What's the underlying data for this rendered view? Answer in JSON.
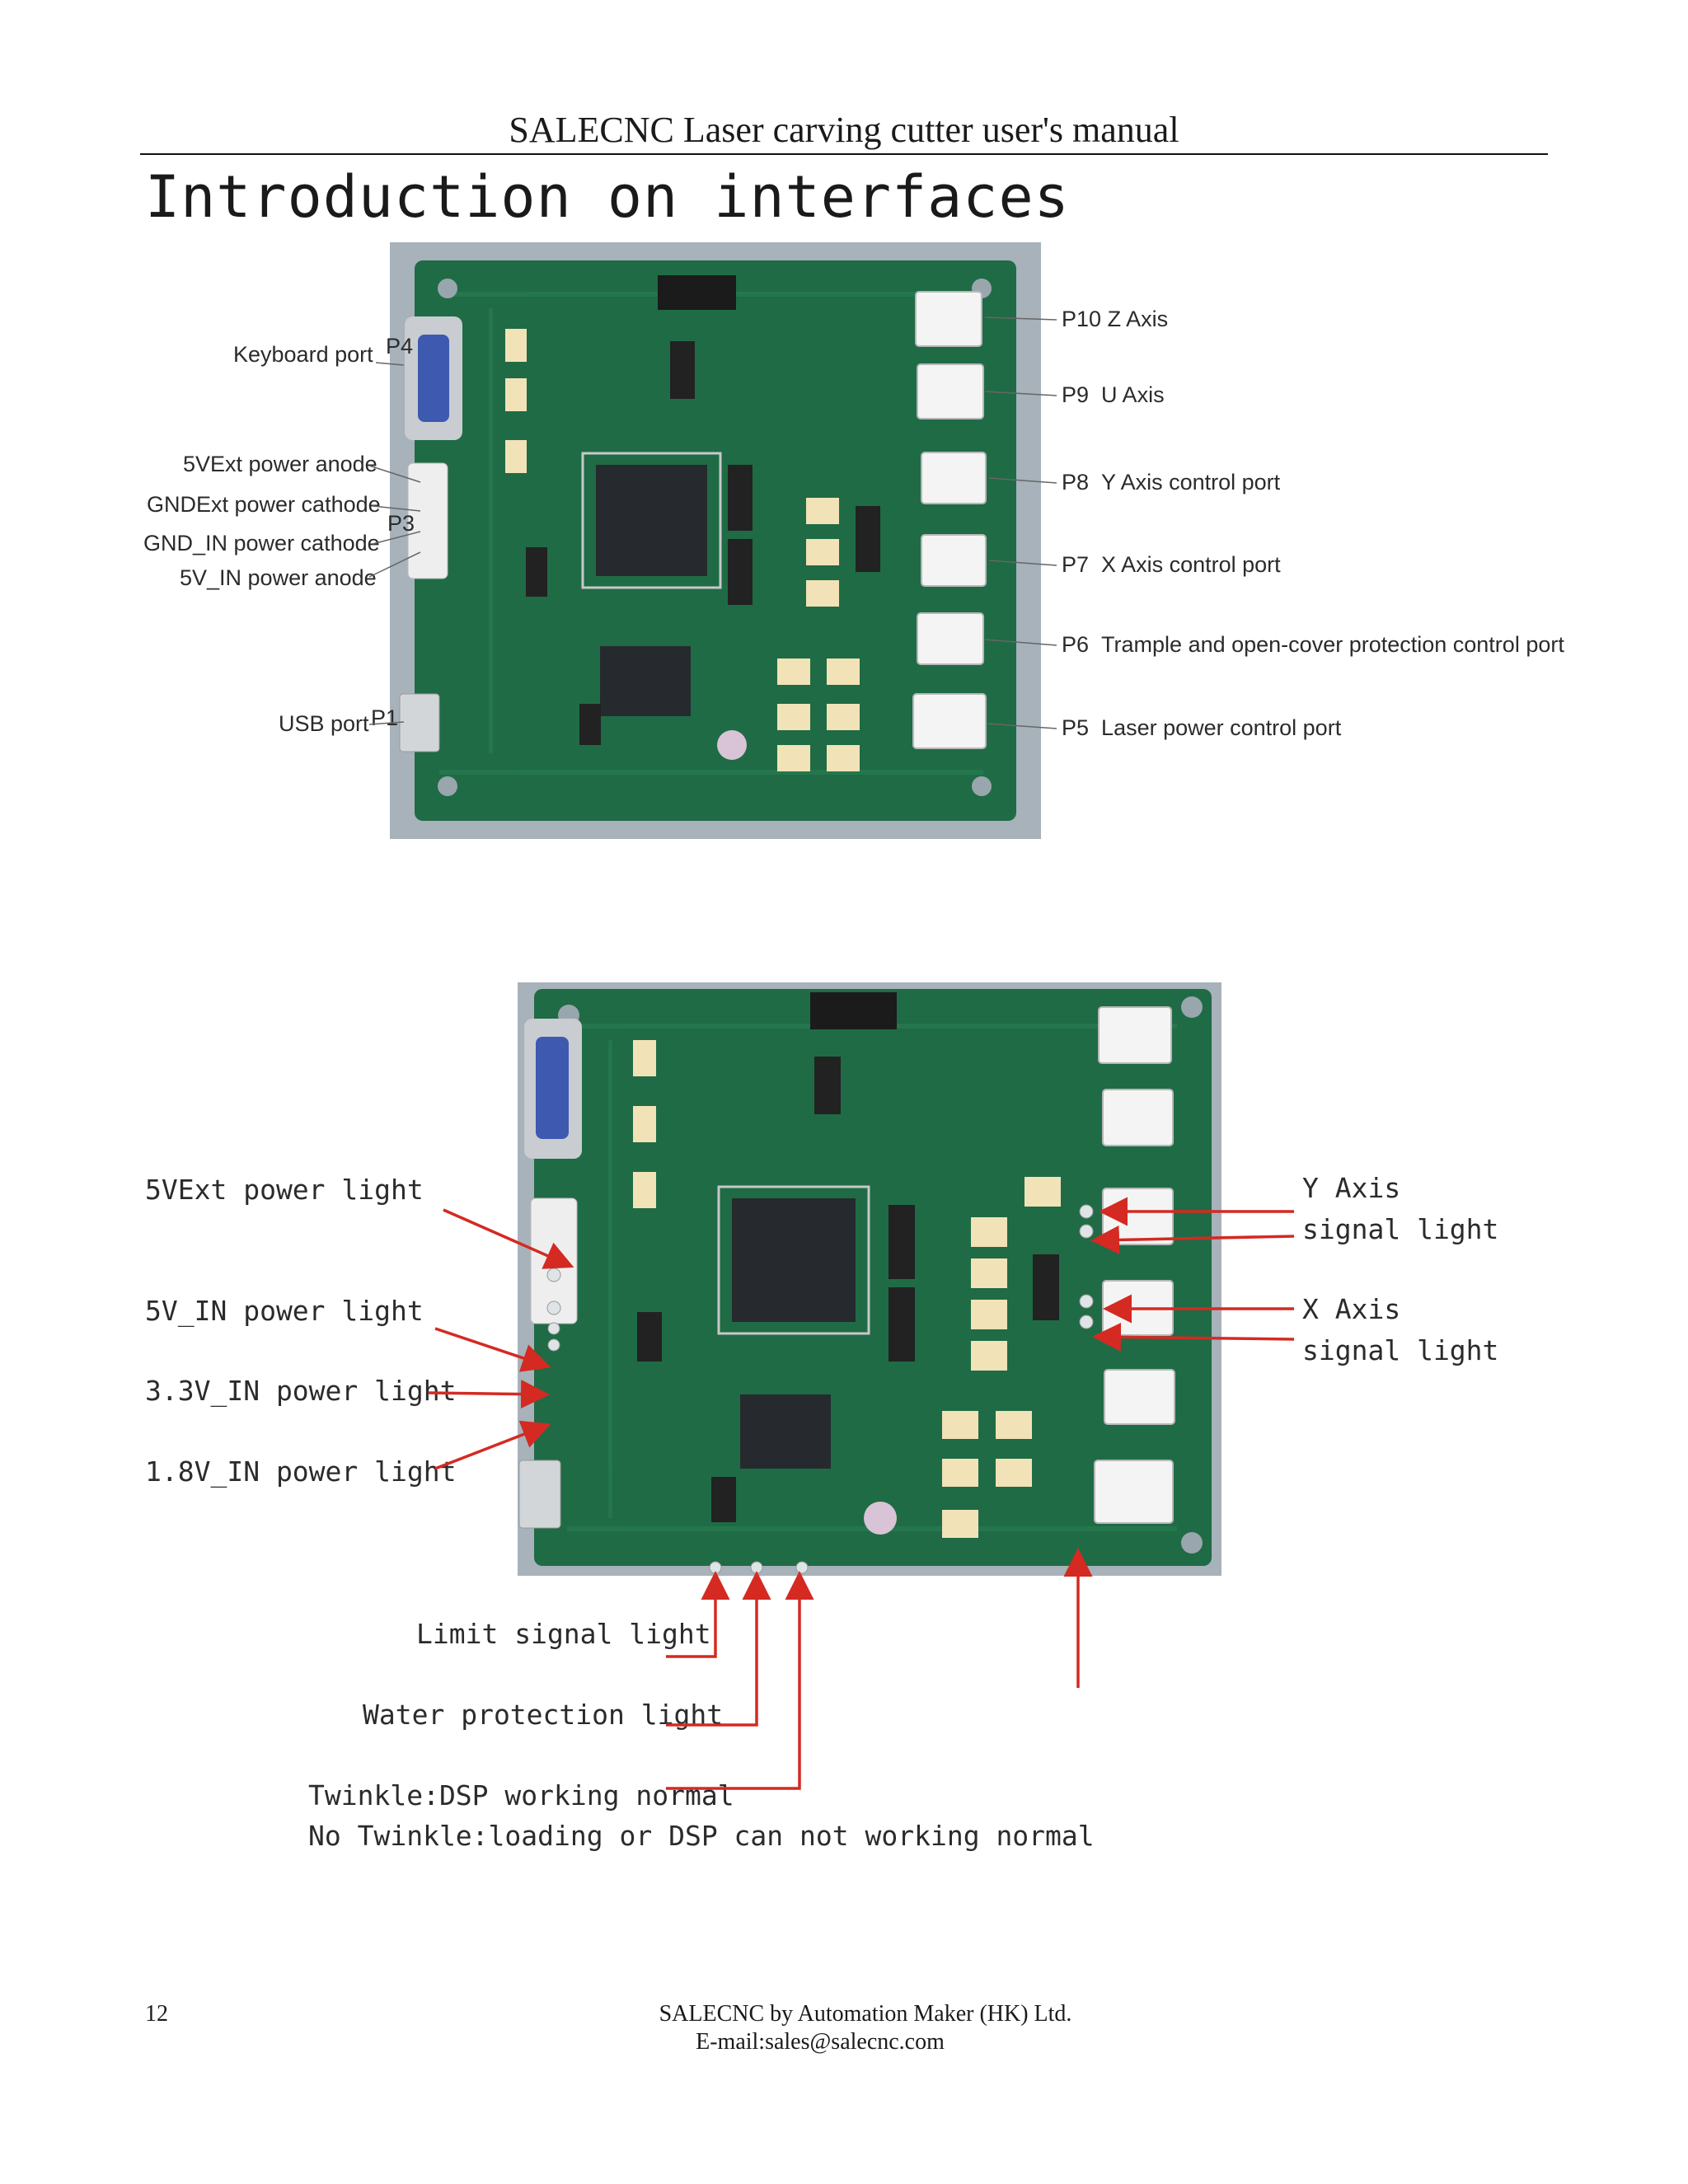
{
  "header": {
    "title": "SALECNC Laser carving cutter user's manual"
  },
  "section_title": "Introduction on interfaces",
  "figure1": {
    "connector_tags": {
      "p4": "P4",
      "p3": "P3",
      "p1": "P1"
    },
    "left_labels": {
      "keyboard_port": "Keyboard port",
      "fivev_ext_anode": "5VExt power anode",
      "gnd_ext_cathode": "GNDExt power cathode",
      "gnd_in_cathode": "GND_IN power cathode",
      "fivev_in_anode": "5V_IN power anode",
      "usb_port": "USB port"
    },
    "right_labels": [
      {
        "tag": "P10",
        "text": "Z Axis"
      },
      {
        "tag": "P9",
        "text": "U Axis"
      },
      {
        "tag": "P8",
        "text": "Y Axis control port"
      },
      {
        "tag": "P7",
        "text": "X Axis control port"
      },
      {
        "tag": "P6",
        "text": "Trample and open-cover protection control port"
      },
      {
        "tag": "P5",
        "text": "Laser power control port"
      }
    ]
  },
  "figure2": {
    "left_labels": {
      "fivev_ext_light": "5VExt power light",
      "fivev_in_light": "5V_IN power light",
      "v33_in_light": "3.3V_IN power light",
      "v18_in_light": "1.8V_IN power light"
    },
    "right_labels": {
      "y_axis_line1": "Y Axis",
      "y_axis_line2": "signal light",
      "x_axis_line1": "X Axis",
      "x_axis_line2": "signal light"
    },
    "bottom_labels": {
      "limit_signal": "Limit signal light",
      "water_protection": "Water protection light",
      "twinkle_normal": "Twinkle:DSP working normal",
      "no_twinkle": "No Twinkle:loading or DSP can not working normal"
    }
  },
  "footer": {
    "page_number": "12",
    "company": "SALECNC by Automation Maker (HK) Ltd.",
    "email": "E-mail:sales@salecnc.com"
  },
  "colors": {
    "pcb": "#1f6b45",
    "arrow": "#d42a22",
    "photo_bg": "#a7b2ba"
  }
}
